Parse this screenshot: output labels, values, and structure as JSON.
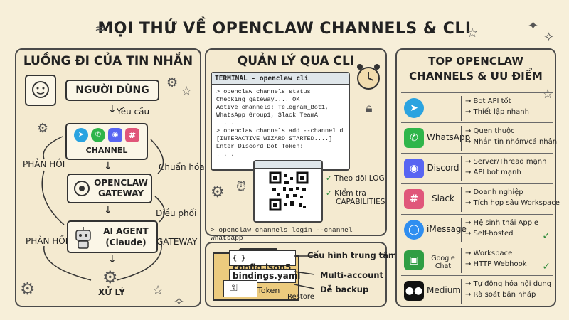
{
  "title": "MỌI THỨ VỀ OPENCLAW CHANNELS & CLI",
  "flow": {
    "title": "LUỒNG ĐI CỦA TIN NHẮN",
    "user": "NGƯỜI DÙNG",
    "request": "Yêu cầu",
    "channel": "CHANNEL",
    "normalize": "Chuẩn hóa",
    "gateway": "OPENCLAW\nGATEWAY",
    "coordinate": "Điều phối",
    "agent": "AI AGENT\n(Claude)",
    "gateway_label": "GATEWAY",
    "process": "XỬ LÝ",
    "response_top": "PHẢN HỒI",
    "response_bottom": "PHẢN HỒI"
  },
  "cli": {
    "title": "QUẢN LÝ QUA CLI",
    "terminal_title": "TERMINAL - openclaw cli",
    "lines": [
      "> openclaw channels status",
      "Checking gateway.... OK",
      "Active channels: Telegram_Bot1,",
      "WhatsApp_Group1, Slack_TeamA",
      ". . .",
      "> openclaw channels add --channel discord",
      "[INTERACTIVE WIZARD STARTED....]",
      "Enter Discord Bot Token:",
      ". . ."
    ],
    "check1": "Theo dõi LOG",
    "check2_line1": "Kiểm tra",
    "check2_line2": "CAPABILITIES",
    "login_cmd": "> openclaw channels login --channel whatsapp",
    "file1": "config.json5",
    "file2": "bindings.yaml",
    "file3": "Token",
    "restore": "Restore",
    "config_center": "Cấu hình trung tâm",
    "multi_account": "Multi-account",
    "easy_backup": "Dễ backup"
  },
  "top": {
    "title_line1": "TOP OPENCLAW",
    "title_line2": "CHANNELS & ƯU ĐIỂM",
    "rows": [
      {
        "name": "",
        "icon": "telegram-icon",
        "color": "#2aa3e0",
        "glyph": "➤",
        "adv": [
          "→ Bot API tốt",
          "→ Thiết lập nhanh"
        ],
        "check": ""
      },
      {
        "name": "WhatsApp",
        "icon": "whatsapp-icon",
        "color": "#2fb54a",
        "glyph": "✆",
        "adv": [
          "→ Quen thuộc",
          "→ Nhắn tin nhóm/cá nhân"
        ],
        "check": ""
      },
      {
        "name": "Discord",
        "icon": "discord-icon",
        "color": "#5865f2",
        "glyph": "◉",
        "adv": [
          "→ Server/Thread mạnh",
          "→ API bot mạnh"
        ],
        "check": ""
      },
      {
        "name": "Slack",
        "icon": "slack-icon",
        "color": "#e0567a",
        "glyph": "#",
        "adv": [
          "→ Doanh nghiệp",
          "→ Tích hợp sâu Workspace"
        ],
        "check": ""
      },
      {
        "name": "iMessage",
        "icon": "imessage-icon",
        "color": "#2f8ef0",
        "glyph": "◯",
        "adv": [
          "→ Hệ sinh thái Apple",
          "→ Self-hosted"
        ],
        "check": "✓"
      },
      {
        "name": "Google Chat",
        "icon": "google-chat-icon",
        "color": "#2f9e44",
        "glyph": "▣",
        "adv": [
          "→ Workspace",
          "→ HTTP Webhook"
        ],
        "check": "✓"
      },
      {
        "name": "Medium",
        "icon": "medium-icon",
        "color": "#111111",
        "glyph": "●●",
        "adv": [
          "→ Tự động hóa nội dung",
          "→ Rà soát bản nháp"
        ],
        "check": ""
      }
    ]
  }
}
